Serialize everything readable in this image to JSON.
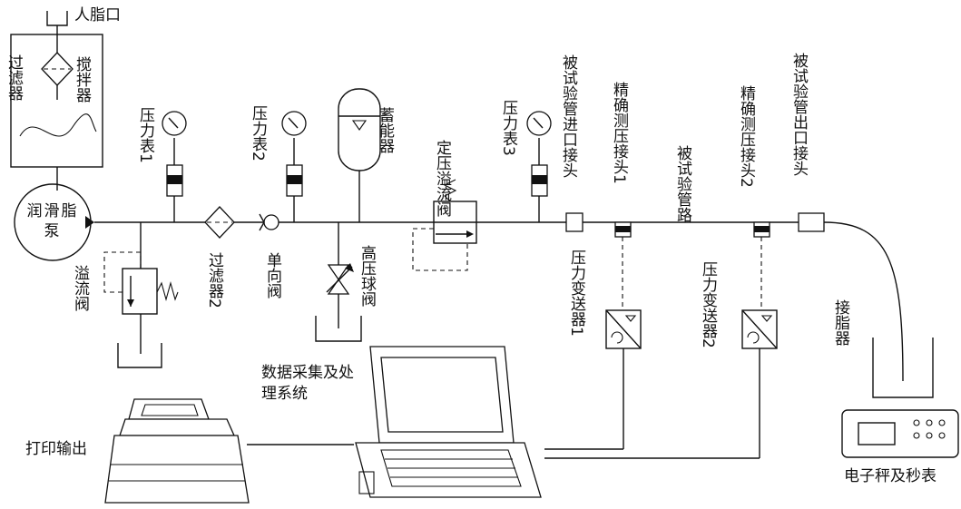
{
  "labels": {
    "inlet": "人脂口",
    "filter_left": "过滤器",
    "mixer": "搅拌器",
    "pump": "润滑脂泵",
    "gauge1": "压力表1",
    "gauge2": "压力表2",
    "gauge3": "压力表3",
    "accumulator": "蓄能器",
    "relief_const": "定压溢流阀",
    "test_inlet": "被试验管进口接头",
    "tap1": "精确测压接头1",
    "pipe": "被试验管路",
    "tap2": "精确测压接头2",
    "test_outlet": "被试验管出口接头",
    "relief": "溢流阀",
    "filter2": "过滤器2",
    "check_valve": "单向阀",
    "ball_valve": "高压球阀",
    "transmitter1": "压力变送器1",
    "transmitter2": "压力变送器2",
    "collector": "接脂器",
    "daq": "数据采集及处理系统",
    "print_out": "打印输出",
    "scale": "电子秤及秒表"
  }
}
